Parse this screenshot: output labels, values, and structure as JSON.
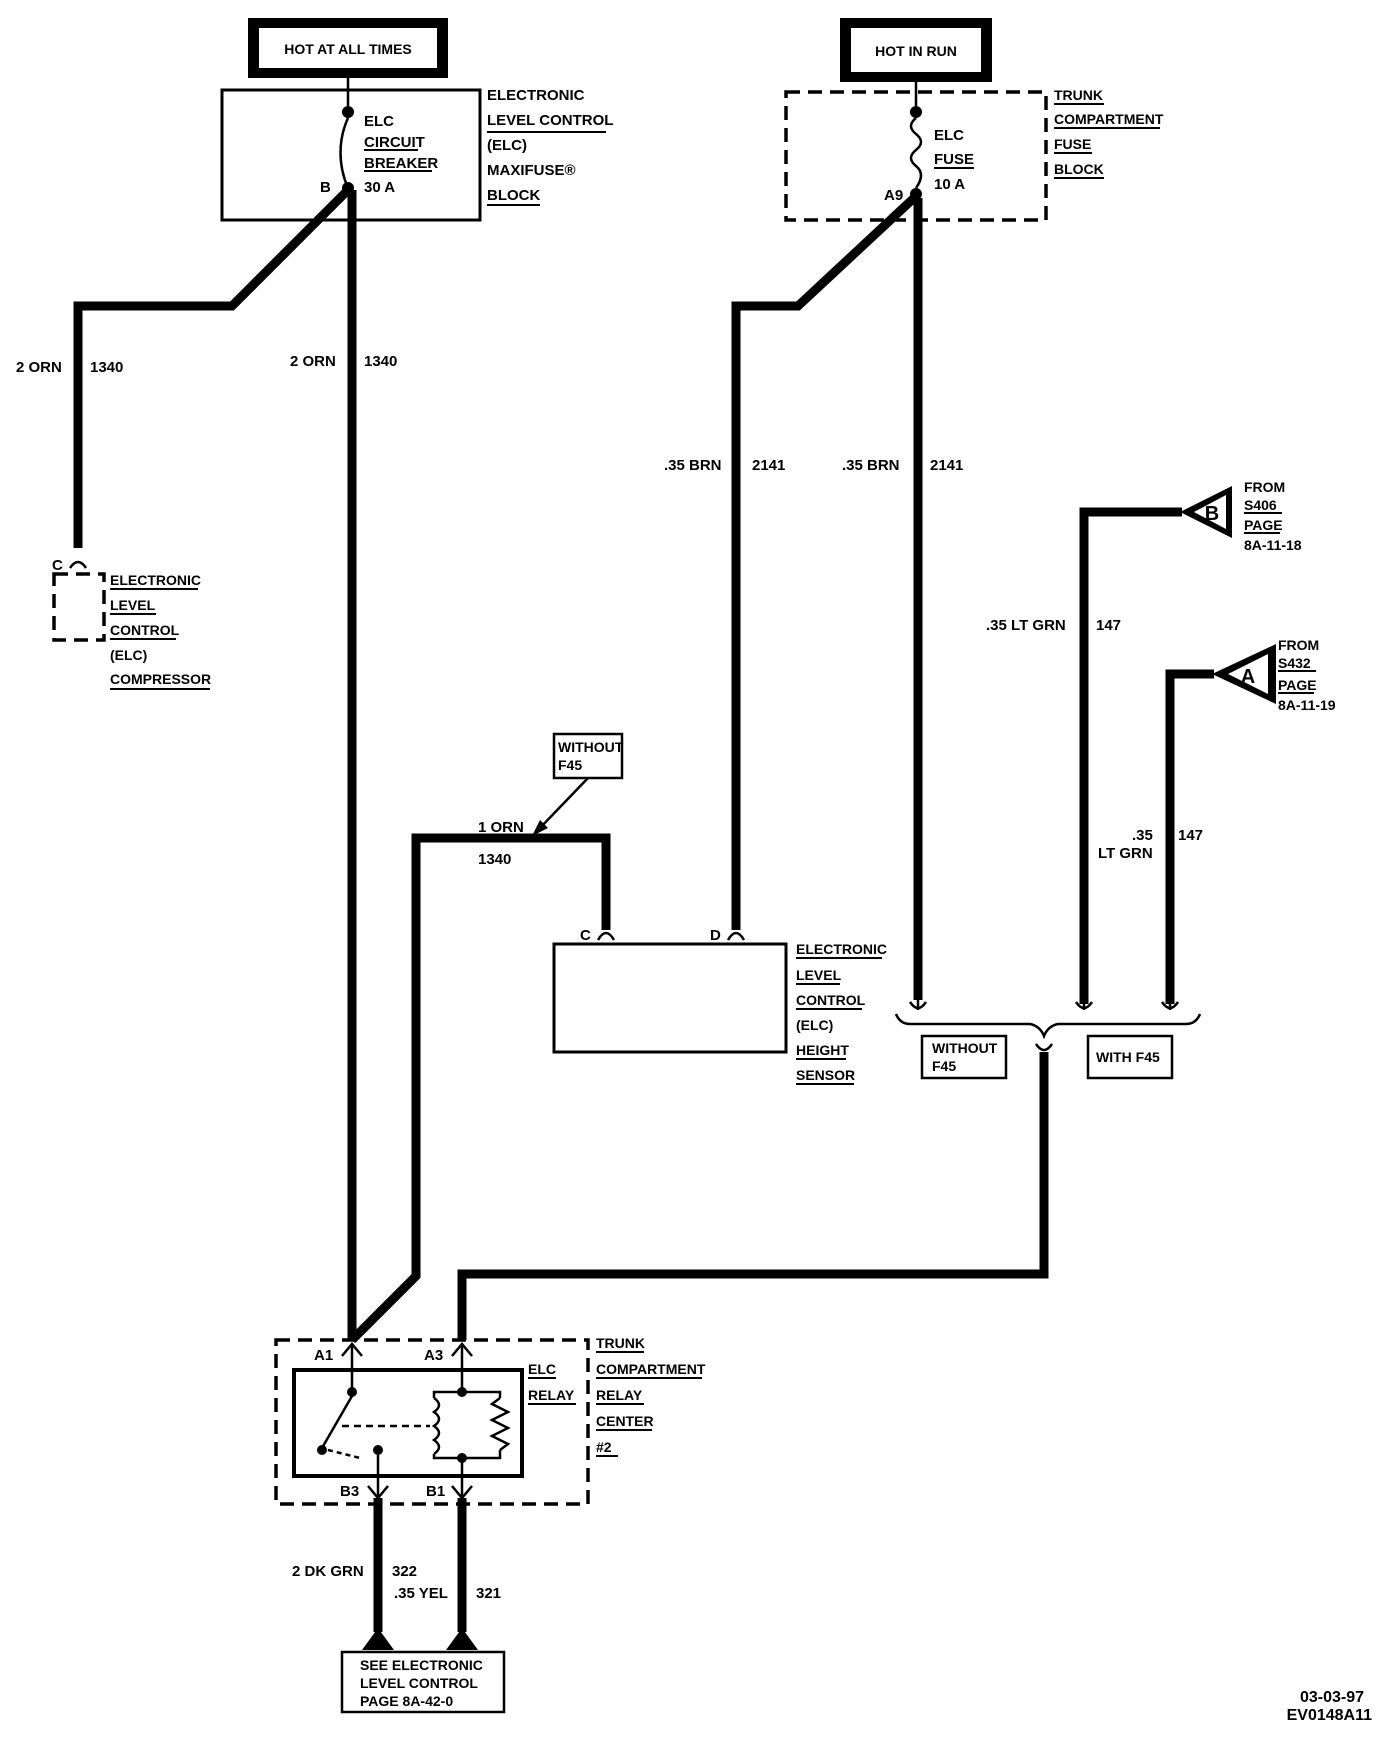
{
  "supply": {
    "hot_at_all_times": "HOT AT ALL TIMES",
    "hot_in_run": "HOT IN RUN"
  },
  "maxifuse_block": {
    "name_lines": [
      "ELECTRONIC",
      "LEVEL CONTROL",
      "(ELC)",
      "MAXIFUSE®",
      "BLOCK"
    ],
    "breaker_lines": [
      "ELC",
      "CIRCUIT",
      "BREAKER"
    ],
    "rating": "30 A",
    "terminal": "B"
  },
  "trunk_fuse_block": {
    "name_lines": [
      "TRUNK",
      "COMPARTMENT",
      "FUSE",
      "BLOCK"
    ],
    "fuse_lines": [
      "ELC",
      "FUSE",
      "10 A"
    ],
    "terminal": "A9"
  },
  "wires": {
    "compressor_feed": {
      "gauge": "2 ORN",
      "circuit": "1340"
    },
    "relay_feed": {
      "gauge": "2 ORN",
      "circuit": "1340"
    },
    "sensor_feed_d": {
      "gauge": ".35 BRN",
      "circuit": "2141"
    },
    "fuse_to_relay": {
      "gauge": ".35 BRN",
      "circuit": "2141"
    },
    "from_b": {
      "gauge": ".35 LT GRN",
      "circuit": "147"
    },
    "from_a": {
      "gauge_top": ".35",
      "gauge_bottom": "LT GRN",
      "circuit": "147"
    },
    "sensor_c": {
      "gauge": "1 ORN",
      "circuit": "1340"
    },
    "relay_b3": {
      "gauge": "2 DK GRN",
      "circuit": "322"
    },
    "relay_b1": {
      "gauge": ".35 YEL",
      "circuit": "321"
    }
  },
  "compressor": {
    "terminal": "C",
    "name_lines": [
      "ELECTRONIC",
      "LEVEL",
      "CONTROL",
      "(ELC)",
      "COMPRESSOR"
    ]
  },
  "height_sensor": {
    "terminal_c": "C",
    "terminal_d": "D",
    "name_lines": [
      "ELECTRONIC",
      "LEVEL",
      "CONTROL",
      "(ELC)",
      "HEIGHT",
      "SENSOR"
    ]
  },
  "option_note": {
    "lines": [
      "WITHOUT",
      "F45"
    ]
  },
  "splice_b": {
    "letter": "B",
    "lines": [
      "FROM",
      "S406",
      "PAGE",
      "8A-11-18"
    ]
  },
  "splice_a": {
    "letter": "A",
    "lines": [
      "FROM",
      "S432",
      "PAGE",
      "8A-11-19"
    ]
  },
  "option_select": {
    "without": [
      "WITHOUT",
      "F45"
    ],
    "with": "WITH F45"
  },
  "relay_center": {
    "name_lines": [
      "TRUNK",
      "COMPARTMENT",
      "RELAY",
      "CENTER",
      "#2"
    ],
    "relay_lines": [
      "ELC",
      "RELAY"
    ],
    "terminals": {
      "a1": "A1",
      "a3": "A3",
      "b3": "B3",
      "b1": "B1"
    }
  },
  "reference": {
    "lines": [
      "SEE ELECTRONIC",
      "LEVEL CONTROL",
      "PAGE 8A-42-0"
    ]
  },
  "footer": {
    "date": "03-03-97",
    "code": "EV0148A11"
  }
}
